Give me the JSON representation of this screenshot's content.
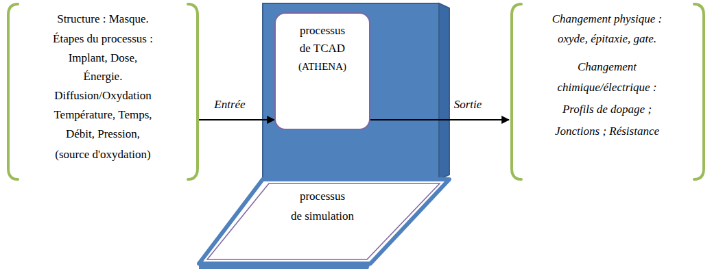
{
  "diagram": {
    "nodes": [
      {
        "text": [
          "Structure : Masque.",
          "Étapes du processus :",
          "Implant, Dose,",
          "Énergie.",
          "Diffusion/Oxydation",
          "Température, Temps,",
          "Débit, Pression,",
          "(source d'oxydation)"
        ]
      },
      {
        "text": [
          "processus de TCAD",
          "(ATHENA)"
        ]
      },
      {
        "text": [
          "processus",
          "de simulation"
        ]
      },
      {
        "text": [
          "Changement physique :",
          "oxyde, épitaxie, gate.",
          "Changement",
          "chimique/électrique :",
          "Profils de dopage ;",
          "Jonctions ; Résistance"
        ]
      }
    ],
    "edges": [
      {
        "from": 0,
        "to": 1,
        "label": "Entrée",
        "arrow": "to"
      },
      {
        "from": 1,
        "to": 3,
        "label": "Sortie",
        "arrow": "to"
      }
    ]
  }
}
